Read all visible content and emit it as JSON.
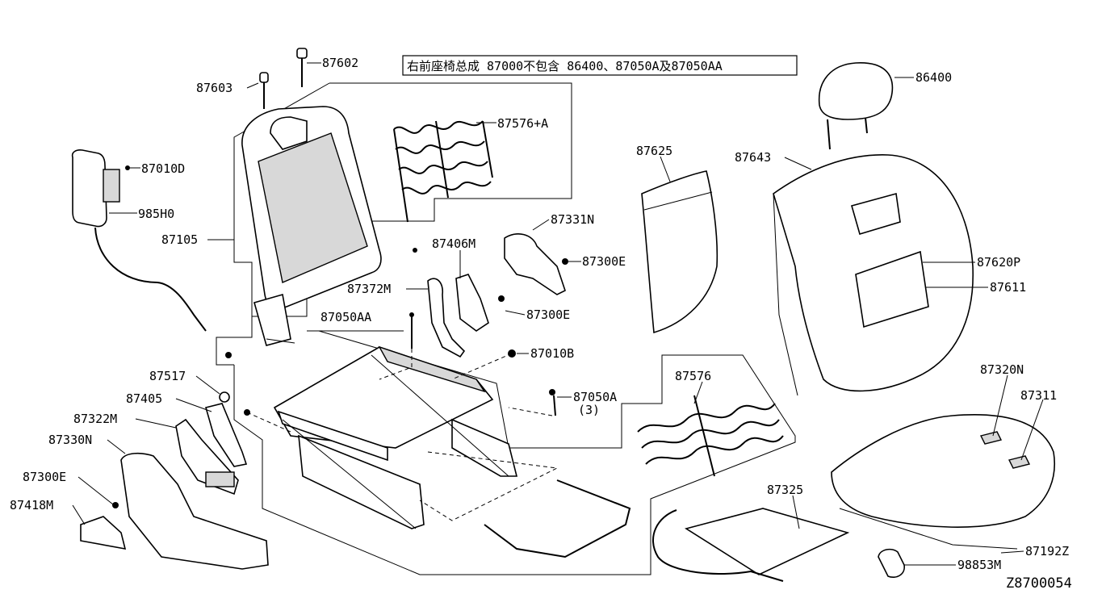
{
  "note": "右前座椅总成 87000不包含 86400、87050A及87050AA",
  "diagram_id": "Z8700054",
  "labels": {
    "p87602": "87602",
    "p87603": "87603",
    "p87576a": "87576+A",
    "p87010d": "87010D",
    "p985h0": "985H0",
    "p87105": "87105",
    "p87406m": "87406M",
    "p87331n": "87331N",
    "p87300e_a": "87300E",
    "p87372m": "87372M",
    "p87300e_b": "87300E",
    "p87050aa": "87050AA",
    "p87010b": "87010B",
    "p87050a": "87050A",
    "p87050a_qty": "(3)",
    "p87517": "87517",
    "p87405": "87405",
    "p87322m": "87322M",
    "p87330n": "87330N",
    "p87300e_c": "87300E",
    "p87418m": "87418M",
    "p87576": "87576",
    "p87325": "87325",
    "p87625": "87625",
    "p86400": "86400",
    "p87643": "87643",
    "p87620p": "87620P",
    "p87611": "87611",
    "p87320n": "87320N",
    "p87311": "87311",
    "p87192z": "87192Z",
    "p98853m": "98853M"
  }
}
